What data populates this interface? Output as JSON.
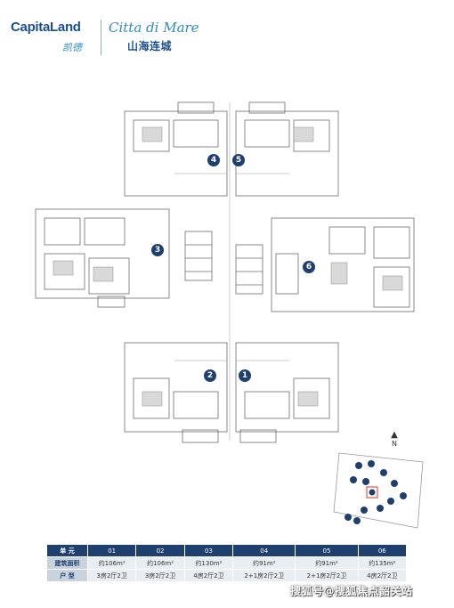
{
  "header": {
    "capitaland_en": "CapitaLand",
    "capitaland_cn": "凯德",
    "citta_en": "Citta di Mare",
    "citta_cn": "山海连城"
  },
  "plan": {
    "unit_markers": [
      "1",
      "2",
      "3",
      "4",
      "5",
      "6"
    ],
    "compass_label": "N"
  },
  "table": {
    "header_label": "单 元",
    "units": [
      "01",
      "02",
      "03",
      "04",
      "05",
      "06"
    ],
    "area_label": "建筑面积",
    "areas": [
      "约106m²",
      "约106m²",
      "约130m²",
      "约91m²",
      "约91m²",
      "约135m²"
    ],
    "type_label": "户 型",
    "types": [
      "3房2厅2卫",
      "3房2厅2卫",
      "4房2厅2卫",
      "2+1房2厅2卫",
      "2+1房2厅2卫",
      "4房2厅2卫"
    ]
  },
  "watermark": "搜狐号@搜狐焦点韶关站"
}
